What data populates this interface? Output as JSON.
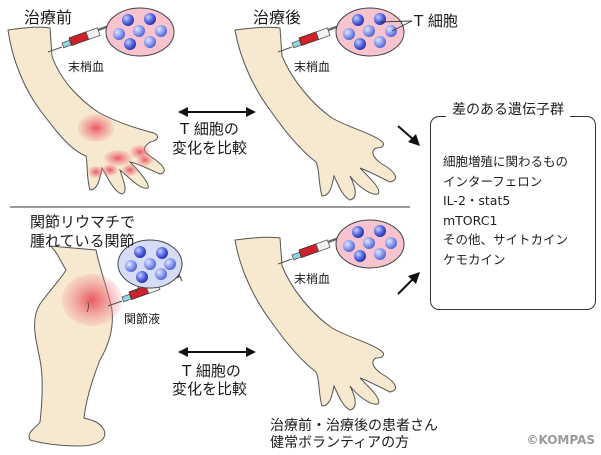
{
  "panels": {
    "top_left": {
      "title": "治療前",
      "sample_label": "末梢血"
    },
    "top_right": {
      "title": "治療後",
      "sample_label": "末梢血",
      "callout": "T 細胞"
    },
    "bottom_left": {
      "title_line1": "関節リウマチで",
      "title_line2": "腫れている関節",
      "sample_label": "関節液"
    },
    "bottom_right": {
      "sample_label": "末梢血",
      "caption_line1": "治療前・治療後の患者さん",
      "caption_line2": "健常ボランティアの方"
    }
  },
  "comparison": {
    "top_line1": "T 細胞の",
    "top_line2": "変化を比較",
    "bottom_line1": "T 細胞の",
    "bottom_line2": "変化を比較"
  },
  "gene_box": {
    "title": "差のある遺伝子群",
    "items": [
      "細胞増殖に関わるもの",
      "インターフェロン",
      "IL-2・stat5",
      "mTORC1",
      "その他、サイトカイン",
      "ケモカイン"
    ]
  },
  "colors": {
    "skin": "#f7e8d0",
    "inflammation": "#e8606a",
    "cell_bubble": "#f6c3cf",
    "tcell": "#3d52d8",
    "blood": "#d0202a"
  },
  "copyright": "©KOMPAS"
}
